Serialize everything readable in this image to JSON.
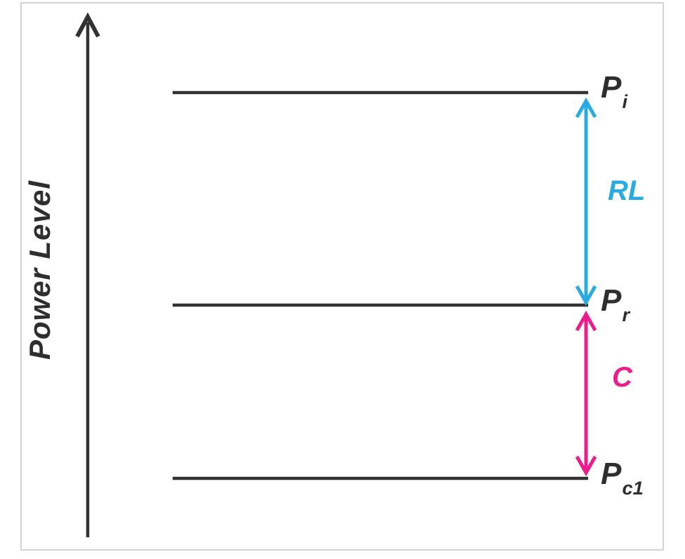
{
  "figure": {
    "axis": {
      "label": "Power Level"
    },
    "levels": [
      {
        "symbol": "P",
        "subscript": "i"
      },
      {
        "symbol": "P",
        "subscript": "r"
      },
      {
        "symbol": "P",
        "subscript": "c1"
      }
    ],
    "spans": [
      {
        "label": "RL",
        "color": "#29abe2",
        "from_level": "Pi",
        "to_level": "Pr"
      },
      {
        "label": "C",
        "color": "#ec1c8c",
        "from_level": "Pr",
        "to_level": "Pc1"
      }
    ],
    "colors": {
      "ink": "#323232",
      "return_loss_arrow": "#29abe2",
      "coupling_arrow": "#ec1c8c",
      "frame_border": "#d2d2d2",
      "background": "#ffffff"
    }
  }
}
